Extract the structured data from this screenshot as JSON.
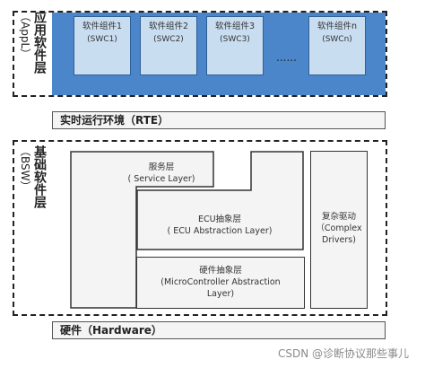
{
  "app_layer": {
    "label_big": "应用软件层",
    "label_paren": "（AppL）",
    "components": [
      {
        "name": "软件组件1",
        "code": "(SWC1)"
      },
      {
        "name": "软件组件2",
        "code": "(SWC2)"
      },
      {
        "name": "软件组件3",
        "code": "(SWC3)"
      },
      {
        "name": "软件组件n",
        "code": "(SWCn)"
      }
    ],
    "ellipsis": "......"
  },
  "rte": {
    "label": "实时运行环境（RTE）"
  },
  "bsw": {
    "label_big": "基础软件层",
    "label_paren": "（BSW）",
    "service": {
      "title": "服务层",
      "subtitle": "( Service Layer)"
    },
    "ecu": {
      "title": "ECU抽象层",
      "subtitle": "( ECU Abstraction Layer)"
    },
    "mcal": {
      "title": "硬件抽象层",
      "subtitle1": "(MicroController Abstraction",
      "subtitle2": "Layer)"
    },
    "complex": {
      "title": "复杂驱动",
      "subtitle1": "（Complex",
      "subtitle2": "Drivers)"
    }
  },
  "hardware": {
    "label": "硬件（Hardware）"
  },
  "watermark": "CSDN @诊断协议那些事儿",
  "colors": {
    "app_blue": "#4a86c9",
    "swc_fill": "#c9ddf1",
    "box_fill": "#f4f4f4"
  }
}
